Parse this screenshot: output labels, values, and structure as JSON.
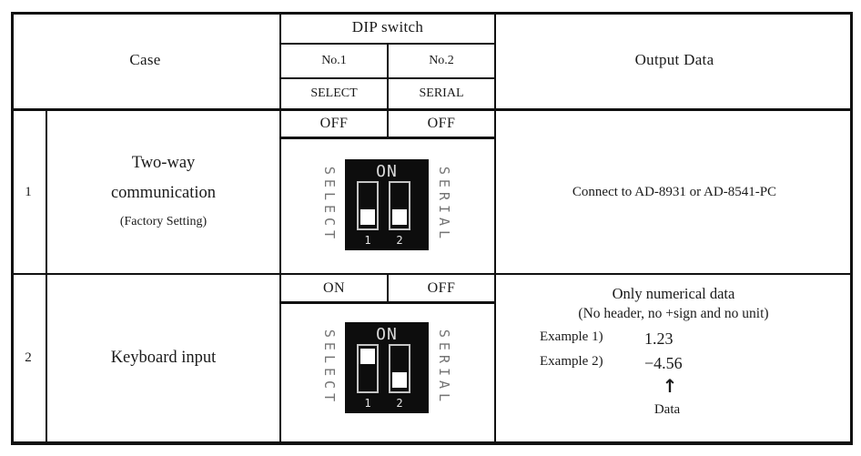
{
  "header": {
    "case_label": "Case",
    "dip_switch_label": "DIP switch",
    "col_no1": "No.1",
    "col_no2": "No.2",
    "col_no1_name": "SELECT",
    "col_no2_name": "SERIAL",
    "output_data_label": "Output Data"
  },
  "rows": [
    {
      "num": "1",
      "case_line1": "Two-way",
      "case_line2": "communication",
      "case_note": "(Factory Setting)",
      "state_no1": "OFF",
      "state_no2": "OFF",
      "dip": {
        "on_label": "ON",
        "left_label": "SELECT",
        "right_label": "SERIAL",
        "switches": [
          {
            "num": "1",
            "state": "off"
          },
          {
            "num": "2",
            "state": "off"
          }
        ]
      },
      "output_text": "Connect to AD-8931 or AD-8541-PC"
    },
    {
      "num": "2",
      "case_line1": "Keyboard input",
      "state_no1": "ON",
      "state_no2": "OFF",
      "dip": {
        "on_label": "ON",
        "left_label": "SELECT",
        "right_label": "SERIAL",
        "switches": [
          {
            "num": "1",
            "state": "on"
          },
          {
            "num": "2",
            "state": "off"
          }
        ]
      },
      "output": {
        "title": "Only numerical data",
        "subtitle": "(No header, no +sign and no unit)",
        "examples": [
          {
            "label": "Example 1)",
            "value": "1.23"
          },
          {
            "label": "Example 2)",
            "value": "−4.56"
          }
        ],
        "arrow": "↑",
        "arrow_label": "Data"
      }
    }
  ],
  "colors": {
    "border": "#111111",
    "dip_block": "#0d0d0d",
    "dip_side_text": "#747474",
    "handle": "#ffffff",
    "text": "#1a1a1a"
  }
}
